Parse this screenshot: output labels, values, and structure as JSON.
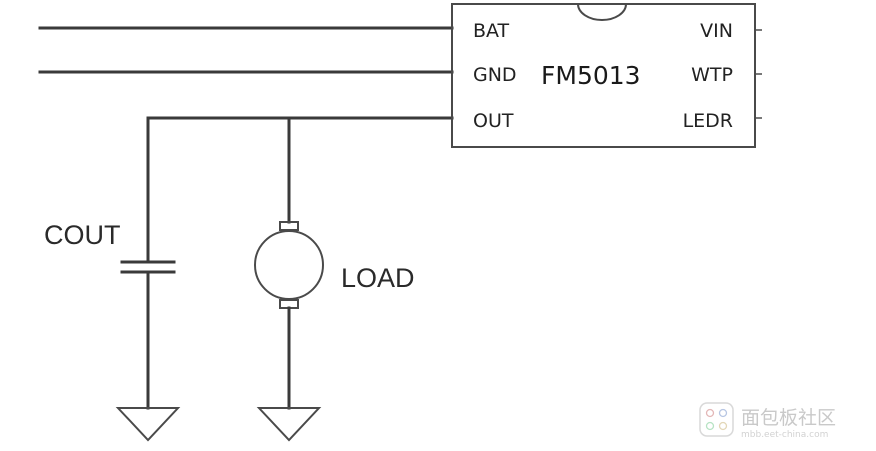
{
  "chip": {
    "name": "FM5013",
    "left_pins": [
      "BAT",
      "GND",
      "OUT"
    ],
    "right_pins": [
      "VIN",
      "WTP",
      "LEDR"
    ]
  },
  "components": {
    "capacitor_label": "COUT",
    "load_label": "LOAD"
  },
  "watermark": {
    "text": "面包板社区",
    "subtext": "mbb.eet-china.com"
  }
}
